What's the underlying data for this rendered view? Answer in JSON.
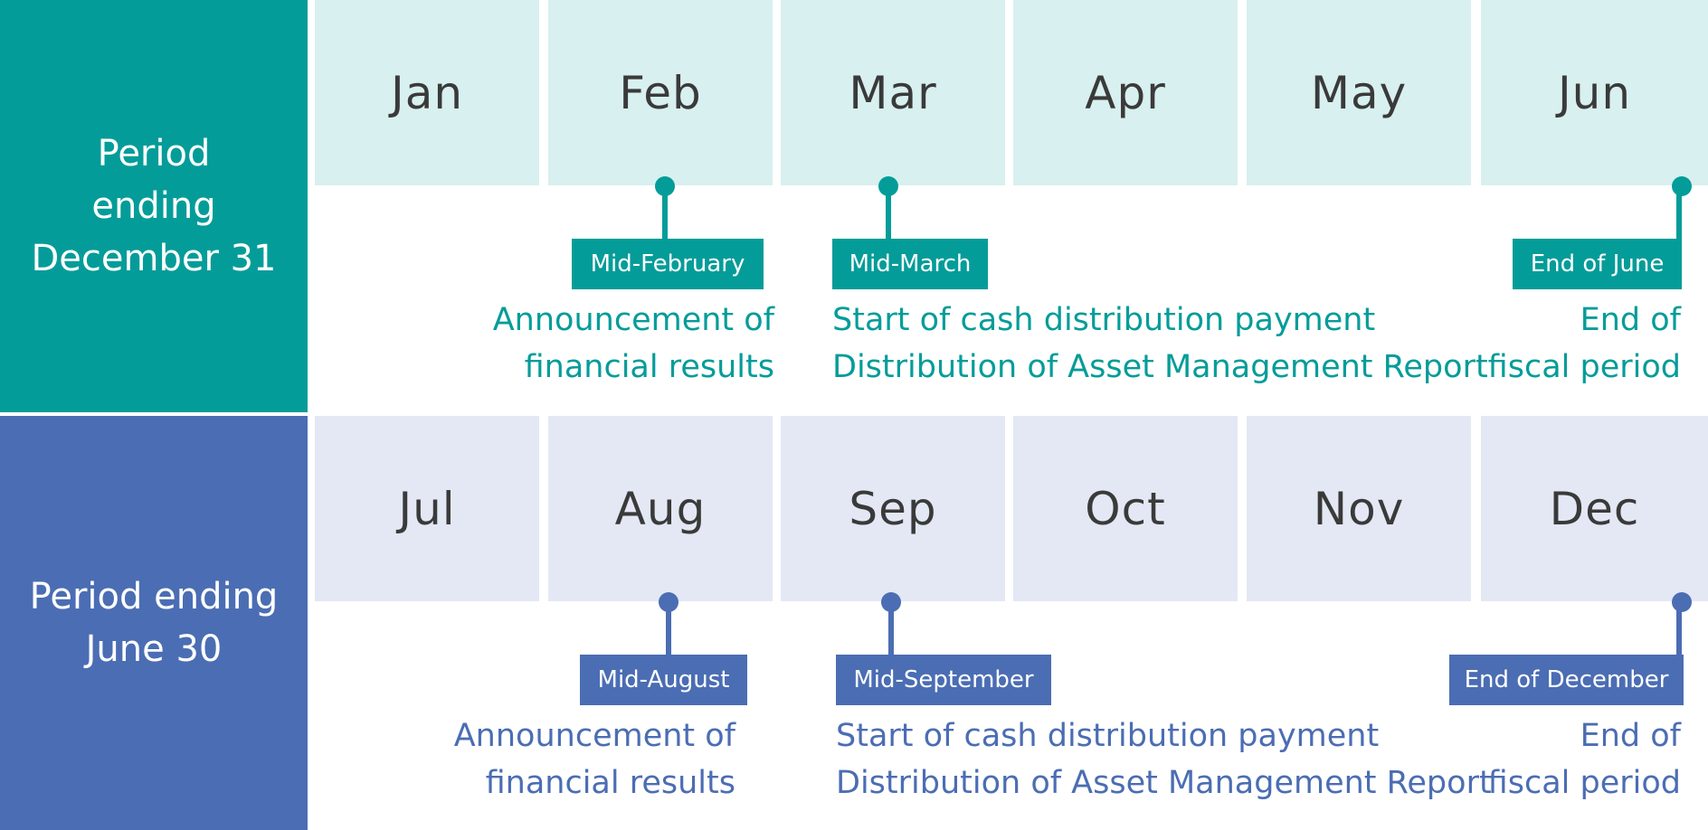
{
  "period_dec": {
    "label_lines": [
      "Period",
      "ending",
      "December 31"
    ],
    "months": [
      "Jan",
      "Feb",
      "Mar",
      "Apr",
      "May",
      "Jun"
    ],
    "events": {
      "feb": {
        "tag": "Mid-February",
        "lines": [
          "Announcement of",
          "financial results"
        ]
      },
      "mar": {
        "tag": "Mid-March",
        "lines": [
          "Start of cash distribution payment",
          "Distribution of Asset Management Report"
        ]
      },
      "jun": {
        "tag": "End of June",
        "lines": [
          "End of",
          "fiscal period"
        ]
      }
    }
  },
  "period_jun": {
    "label_lines": [
      "Period ending",
      "June 30"
    ],
    "months": [
      "Jul",
      "Aug",
      "Sep",
      "Oct",
      "Nov",
      "Dec"
    ],
    "events": {
      "aug": {
        "tag": "Mid-August",
        "lines": [
          "Announcement of",
          "financial results"
        ]
      },
      "sep": {
        "tag": "Mid-September",
        "lines": [
          "Start of cash distribution payment",
          "Distribution of Asset Management Report"
        ]
      },
      "dec": {
        "tag": "End of December",
        "lines": [
          "End of",
          "fiscal period"
        ]
      }
    }
  },
  "colors": {
    "teal": "#049c99",
    "teal_light": "#d8f0ef",
    "blue": "#4b6db3",
    "blue_light": "#e3e8f4",
    "month_text": "#3a3a3a"
  }
}
